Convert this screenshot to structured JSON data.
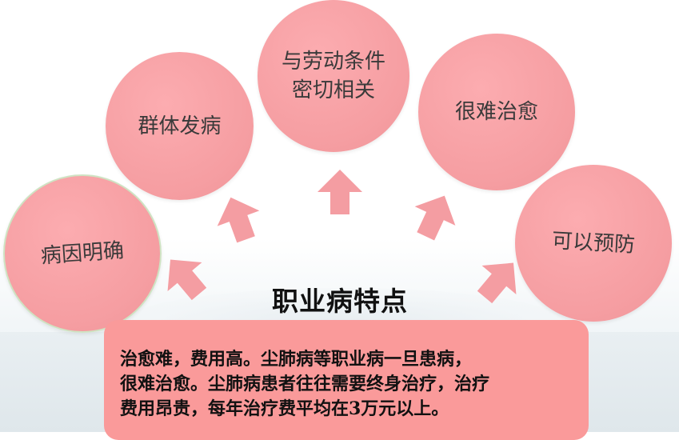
{
  "diagram": {
    "title": "职业病特点",
    "bubbles": [
      {
        "id": "b1",
        "text": "病因明确"
      },
      {
        "id": "b2",
        "text": "群体发病"
      },
      {
        "id": "b3",
        "lines": [
          "与劳动条件",
          "密切相关"
        ]
      },
      {
        "id": "b4",
        "text": "很难治愈"
      },
      {
        "id": "b5",
        "text": "可以预防"
      }
    ],
    "description_lines": [
      "治愈难，费用高。尘肺病等职业病一旦患病，",
      "很难治愈。尘肺病患者往往需要终身治疗，治疗",
      "费用昂贵，每年治疗费平均在3万元以上。"
    ]
  },
  "colors": {
    "bubble": "#f59da1",
    "arrow": "#f49da2",
    "box": "#fa9a9a"
  }
}
